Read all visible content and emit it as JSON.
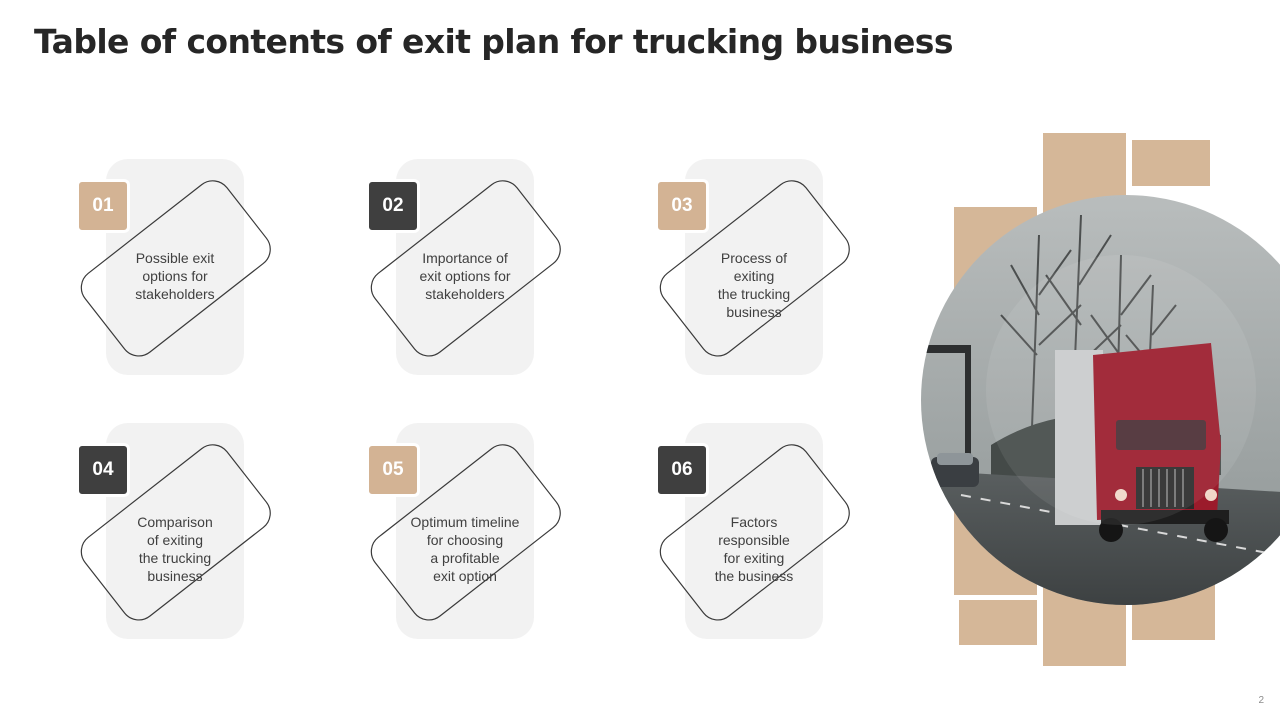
{
  "title": "Table of contents of exit plan for trucking business",
  "items": [
    {
      "number": "01",
      "label": "Possible exit\noptions for\nstakeholders",
      "style": "tan"
    },
    {
      "number": "02",
      "label": "Importance of\nexit options for\nstakeholders",
      "style": "dark"
    },
    {
      "number": "03",
      "label": "Process of\nexiting\nthe trucking\nbusiness",
      "style": "tan"
    },
    {
      "number": "04",
      "label": "Comparison\nof exiting\nthe trucking\nbusiness",
      "style": "dark"
    },
    {
      "number": "05",
      "label": "Optimum timeline\nfor choosing\na profitable\nexit option",
      "style": "tan"
    },
    {
      "number": "06",
      "label": "Factors\nresponsible\nfor exiting\nthe business",
      "style": "dark"
    }
  ],
  "colors": {
    "tan": "#d3b394",
    "dark": "#3f3f3f",
    "card_bg": "#f2f2f2"
  },
  "photo_icon": "red-truck-on-highway-photo",
  "page_number": "2"
}
